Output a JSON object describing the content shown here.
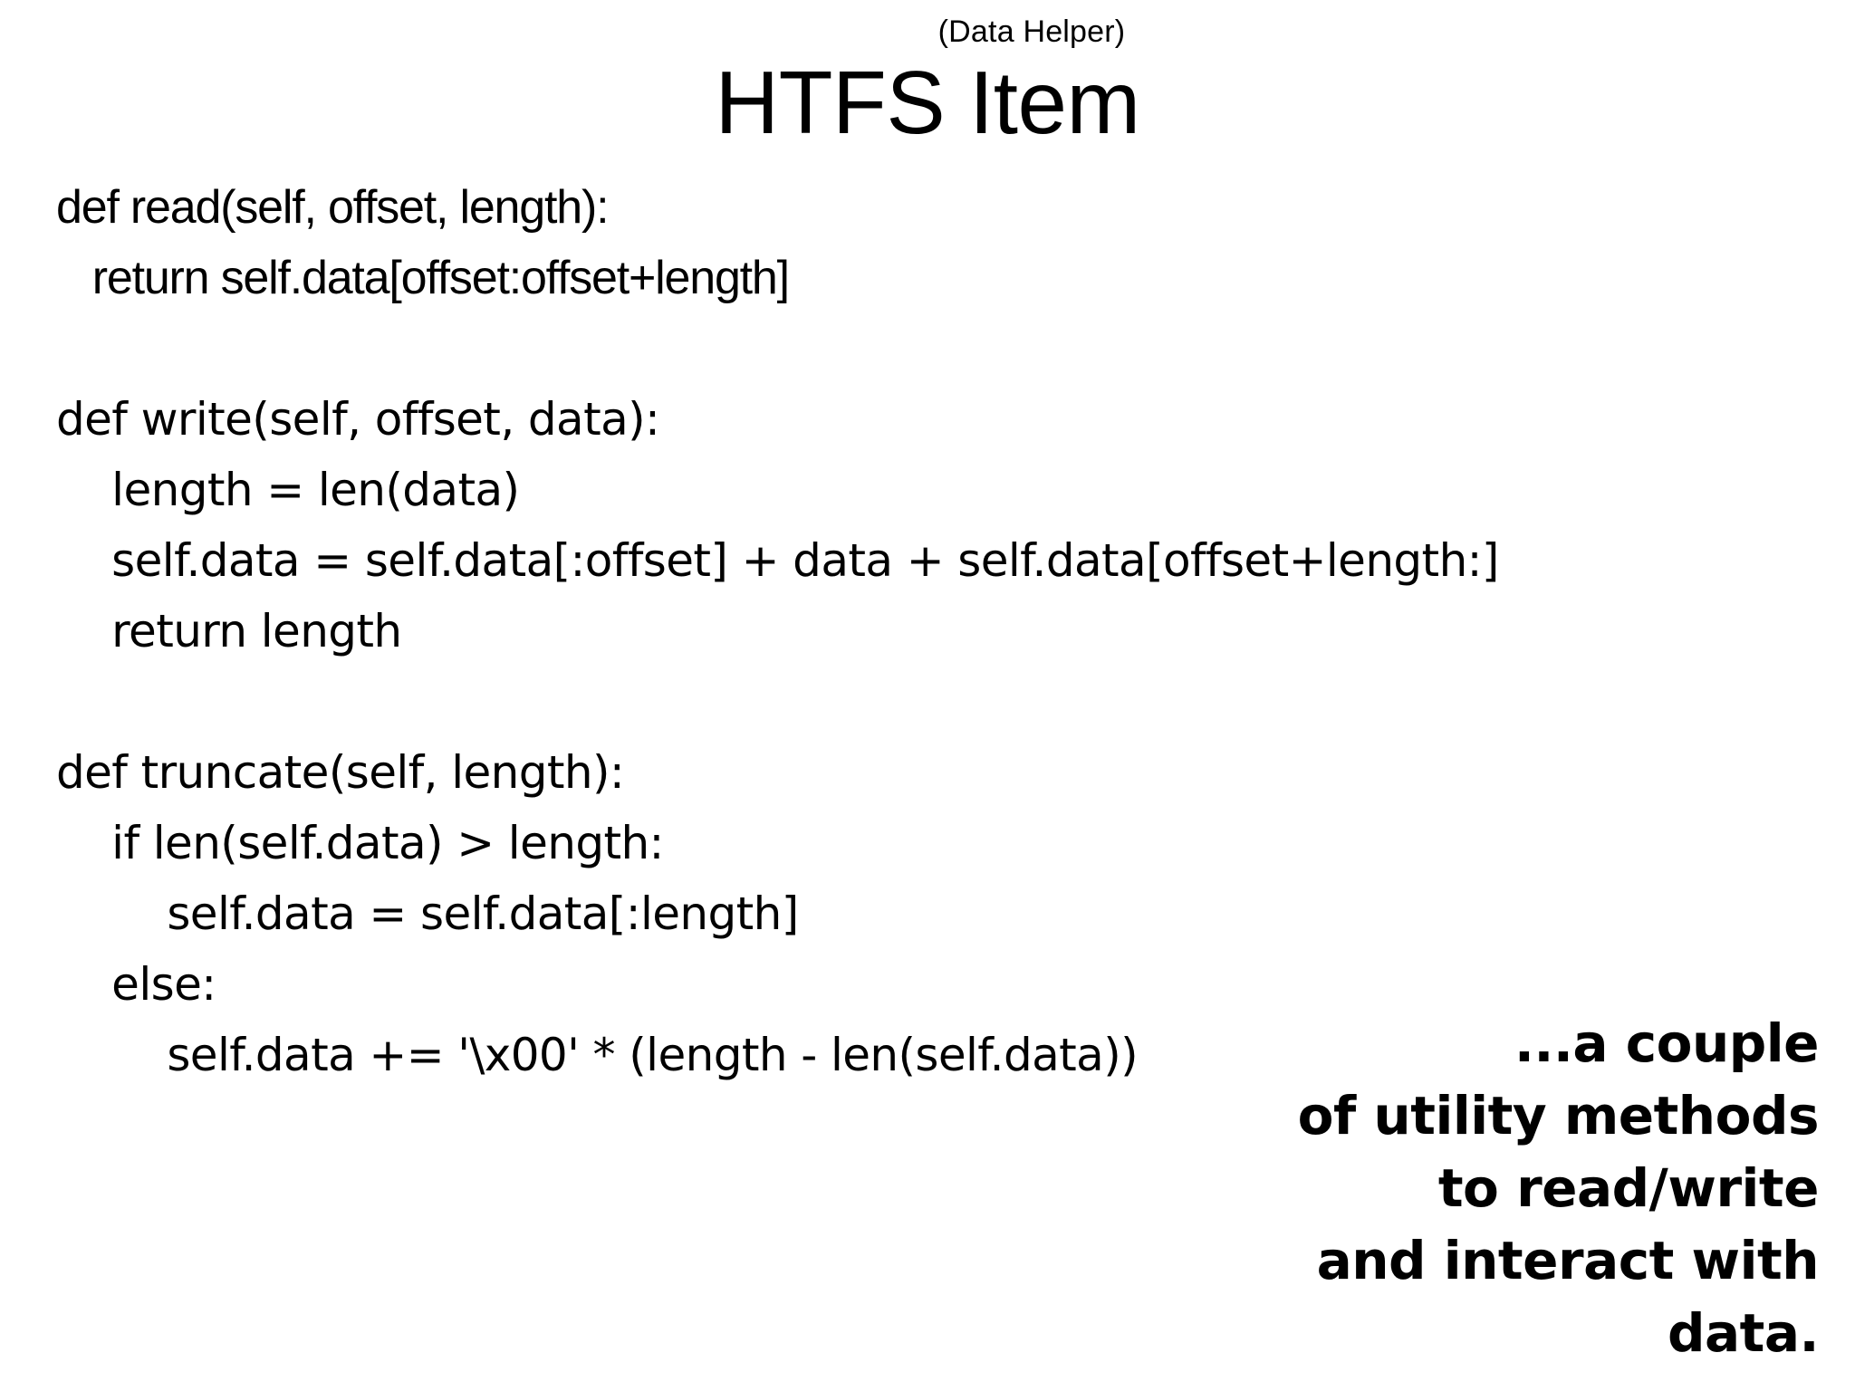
{
  "slide": {
    "background_color": "#ffffff",
    "text_color": "#000000",
    "header": {
      "subtitle": "(Data Helper)",
      "title": "HTFS Item"
    },
    "code": {
      "language": "python",
      "lines": [
        "def read(self, offset, length):",
        "   return self.data[offset:offset+length]",
        "",
        "def write(self, offset, data):",
        "    length = len(data)",
        "    self.data = self.data[:offset] + data + self.data[offset+length:]",
        "    return length",
        "",
        "def truncate(self, length):",
        "    if len(self.data) > length:",
        "        self.data = self.data[:length]",
        "    else:",
        "        self.data += '\\x00' * (length - len(self.data))"
      ]
    },
    "annotation": {
      "lines": [
        "...a couple",
        "of utility methods",
        "to read/write",
        "and interact with",
        "data."
      ]
    }
  }
}
